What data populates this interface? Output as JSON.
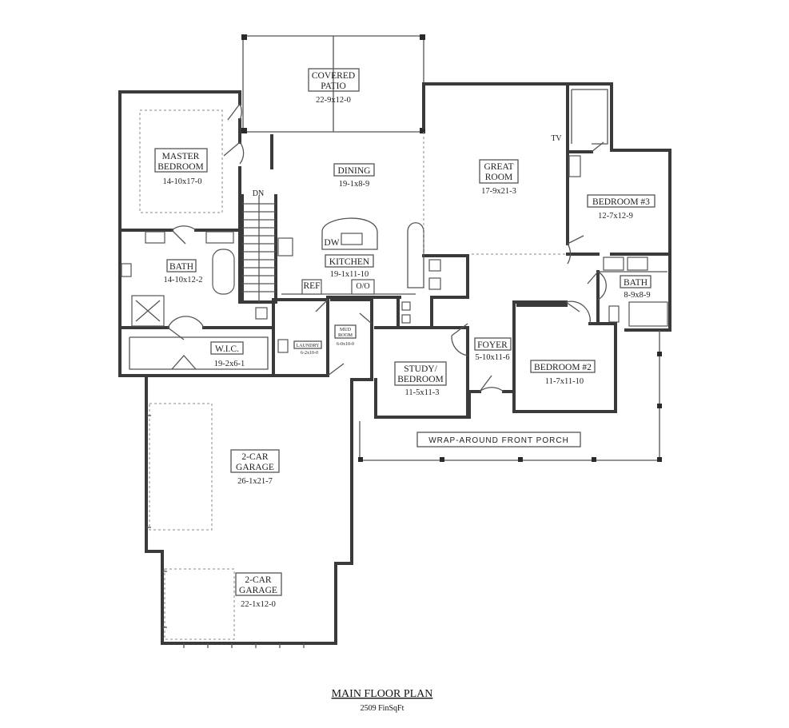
{
  "plan": {
    "title": "MAIN FLOOR PLAN",
    "sqft": "2509 FinSqFt"
  },
  "rooms": {
    "covered_patio": {
      "name1": "COVERED",
      "name2": "PATIO",
      "dim": "22-9x12-0"
    },
    "master_bedroom": {
      "name1": "MASTER",
      "name2": "BEDROOM",
      "dim": "14-10x17-0"
    },
    "dining": {
      "name": "DINING",
      "dim": "19-1x8-9"
    },
    "great_room": {
      "name1": "GREAT",
      "name2": "ROOM",
      "dim": "17-9x21-3"
    },
    "bedroom3": {
      "name": "BEDROOM #3",
      "dim": "12-7x12-9"
    },
    "bath_master": {
      "name": "BATH",
      "dim": "14-10x12-2"
    },
    "kitchen": {
      "name": "KITCHEN",
      "dim": "19-1x11-10"
    },
    "bath2": {
      "name": "BATH",
      "dim": "8-9x8-9"
    },
    "wic": {
      "name": "W.I.C.",
      "dim": "19-2x6-1"
    },
    "laundry": {
      "name": "LAUNDRY",
      "dim": "6-2x10-0"
    },
    "mud_room": {
      "name1": "MUD",
      "name2": "ROOM",
      "dim": "6-0x10-0"
    },
    "study": {
      "name1": "STUDY/",
      "name2": "BEDROOM",
      "dim": "11-5x11-3"
    },
    "foyer": {
      "name": "FOYER",
      "dim": "5-10x11-6"
    },
    "bedroom2": {
      "name": "BEDROOM #2",
      "dim": "11-7x11-10"
    },
    "porch": {
      "name": "WRAP-AROUND FRONT PORCH"
    },
    "garage1": {
      "name1": "2-CAR",
      "name2": "GARAGE",
      "dim": "26-1x21-7"
    },
    "garage2": {
      "name1": "2-CAR",
      "name2": "GARAGE",
      "dim": "22-1x12-0"
    }
  },
  "fixtures": {
    "dn": "DN",
    "tv": "TV",
    "dw": "DW",
    "ref": "REF",
    "oo": "O/O"
  }
}
